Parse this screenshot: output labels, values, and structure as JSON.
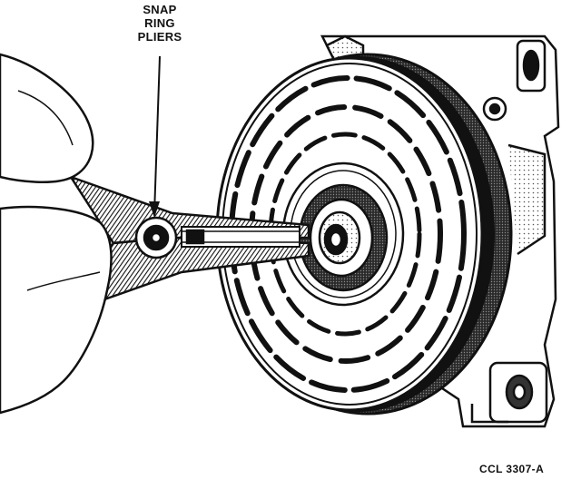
{
  "callout": {
    "line1": "SNAP",
    "line2": "RING",
    "line3": "PLIERS"
  },
  "figure_id": "CCL 3307-A",
  "colors": {
    "ink": "#111111",
    "paper": "#ffffff",
    "shade": "#3a3a3a"
  }
}
